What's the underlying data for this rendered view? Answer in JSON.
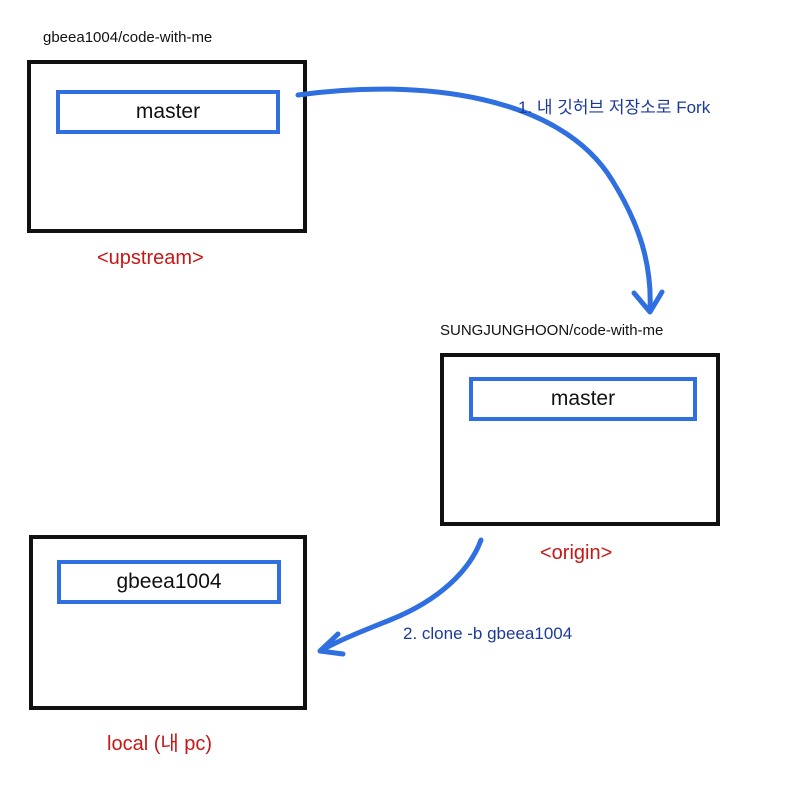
{
  "upstream": {
    "repo_name": "gbeea1004/code-with-me",
    "branch": "master",
    "label": "<upstream>"
  },
  "origin": {
    "repo_name": "SUNGJUNGHOON/code-with-me",
    "branch": "master",
    "label": "<origin>"
  },
  "local": {
    "branch": "gbeea1004",
    "label": "local (내 pc)"
  },
  "steps": {
    "fork": "1. 내 깃허브 저장소로 Fork",
    "clone": "2. clone -b gbeea1004"
  },
  "colors": {
    "arrow": "#2f6fe0",
    "branch_border": "#2f6fe0",
    "role_label": "#c81616",
    "step_label": "#1b3a9a",
    "box_border": "#111111"
  }
}
